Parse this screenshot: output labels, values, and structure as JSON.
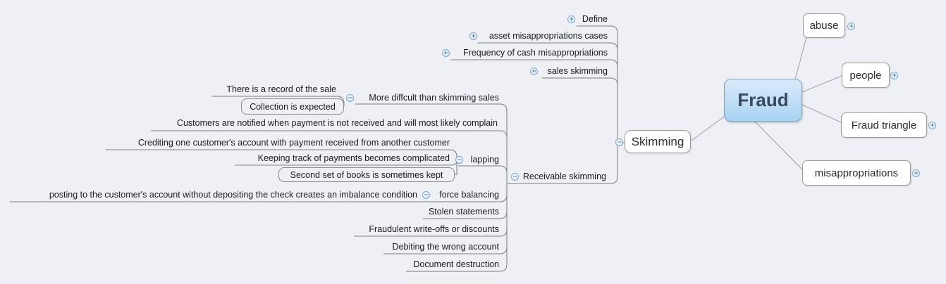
{
  "canvas": {
    "bg": "#eef0f5",
    "line_color": "#7d7d7d",
    "branch_line_color": "#9aa2ac"
  },
  "root": {
    "label": "Fraud",
    "fill_top": "#d9ebfb",
    "fill_bottom": "#a9d2f2",
    "border": "#7e9fbe"
  },
  "right_branches": [
    {
      "label": "abuse",
      "expander": "plus"
    },
    {
      "label": "people",
      "expander": "plus"
    },
    {
      "label": "Fraud triangle",
      "expander": "plus"
    },
    {
      "label": "misappropriations",
      "expander": "plus"
    }
  ],
  "skimming": {
    "label": "Skimming",
    "expander": "minus"
  },
  "skimming_children": {
    "define": {
      "label": "Define",
      "expander": "plus"
    },
    "asset": {
      "label": "asset misappropriations cases",
      "expander": "plus"
    },
    "frequency": {
      "label": "Frequency of cash misappropriations",
      "expander": "plus"
    },
    "sales": {
      "label": "sales skimming",
      "expander": "plus"
    },
    "receivable": {
      "label": "Receivable skimming",
      "expander": "minus"
    }
  },
  "receivable_children": {
    "more_difficult": {
      "label": "More diffcult than skimming sales",
      "expander": "minus"
    },
    "customers": {
      "label": "Customers are notified when payment is not received and will most likely complain"
    },
    "lapping": {
      "label": "lapping",
      "expander": "minus"
    },
    "force_balancing": {
      "label": "force balancing",
      "expander": "minus"
    },
    "stolen": {
      "label": "Stolen statements"
    },
    "fraudulent": {
      "label": "Fraudulent write-offs or discounts"
    },
    "debiting": {
      "label": "Debiting the wrong account"
    },
    "destruction": {
      "label": "Document destruction"
    }
  },
  "more_difficult_children": {
    "record": {
      "label": "There is a record of the sale"
    },
    "collection": {
      "label": "Collection is expected"
    }
  },
  "lapping_children": {
    "crediting": {
      "label": "Crediting one customer's account with payment received from another customer"
    },
    "keeping": {
      "label": "Keeping track of payments becomes complicated"
    },
    "second_set": {
      "label": "Second set of books is sometimes kept"
    }
  },
  "force_balancing_children": {
    "posting": {
      "label": "posting to the customer's account without depositing the check creates an imbalance condition"
    }
  },
  "icons": {
    "plus": "+",
    "minus": "−"
  }
}
